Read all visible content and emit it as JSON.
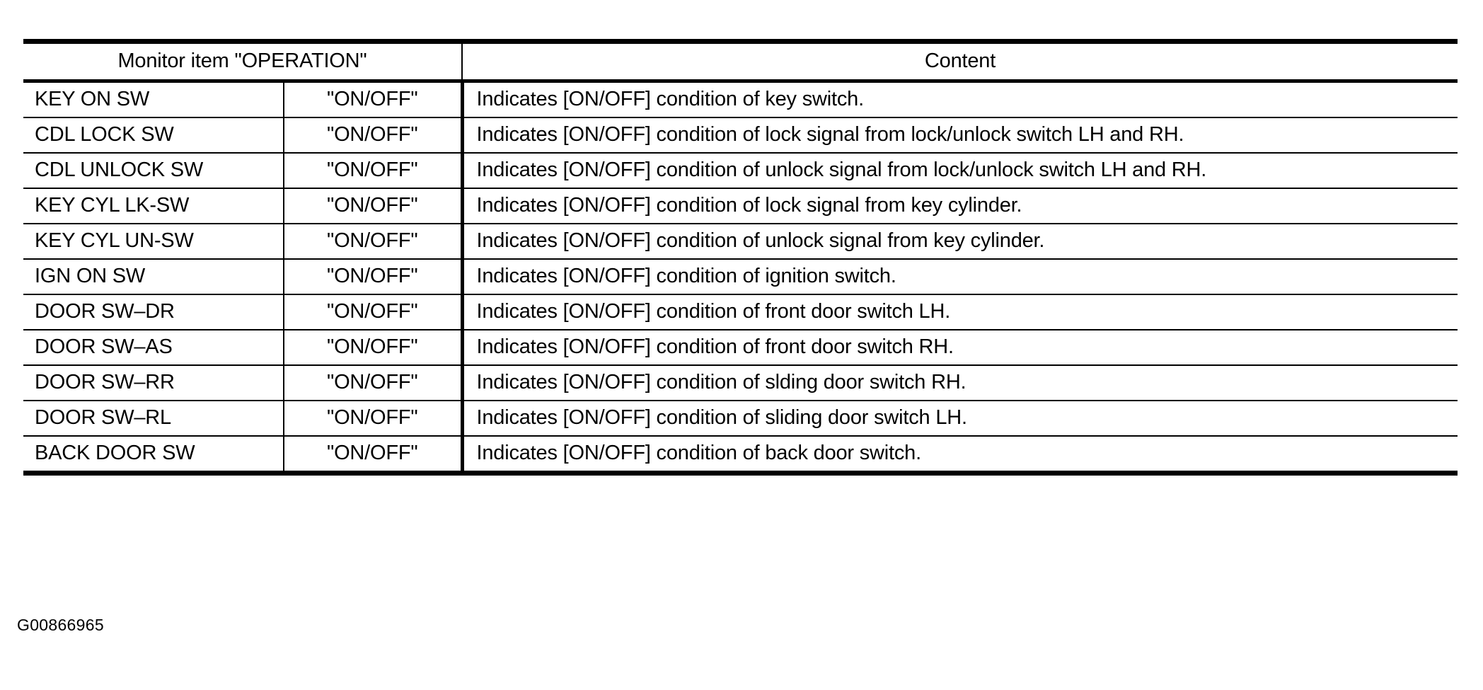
{
  "document": {
    "figure_code": "G00866965"
  },
  "table": {
    "headers": {
      "item": "Monitor item \"OPERATION\"",
      "content": "Content"
    },
    "rows": [
      {
        "item": "KEY ON SW",
        "value": "\"ON/OFF\"",
        "content": "Indicates [ON/OFF] condition of key switch."
      },
      {
        "item": "CDL LOCK SW",
        "value": "\"ON/OFF\"",
        "content": "Indicates [ON/OFF] condition of lock signal from lock/unlock switch LH and RH."
      },
      {
        "item": "CDL UNLOCK SW",
        "value": "\"ON/OFF\"",
        "content": "Indicates [ON/OFF] condition of unlock signal from lock/unlock switch LH and RH."
      },
      {
        "item": "KEY CYL LK-SW",
        "value": "\"ON/OFF\"",
        "content": "Indicates [ON/OFF] condition of lock signal from key cylinder."
      },
      {
        "item": "KEY CYL UN-SW",
        "value": "\"ON/OFF\"",
        "content": "Indicates [ON/OFF] condition of unlock signal from key cylinder."
      },
      {
        "item": "IGN ON SW",
        "value": "\"ON/OFF\"",
        "content": "Indicates [ON/OFF] condition of ignition switch."
      },
      {
        "item": "DOOR SW–DR",
        "value": "\"ON/OFF\"",
        "content": "Indicates [ON/OFF] condition of front door switch LH."
      },
      {
        "item": "DOOR SW–AS",
        "value": "\"ON/OFF\"",
        "content": "Indicates [ON/OFF] condition of front door switch RH."
      },
      {
        "item": "DOOR SW–RR",
        "value": "\"ON/OFF\"",
        "content": "Indicates [ON/OFF] condition of slding door switch RH."
      },
      {
        "item": "DOOR SW–RL",
        "value": "\"ON/OFF\"",
        "content": "Indicates [ON/OFF] condition of sliding door switch LH."
      },
      {
        "item": "BACK DOOR SW",
        "value": "\"ON/OFF\"",
        "content": "Indicates [ON/OFF] condition of back door switch."
      }
    ]
  }
}
